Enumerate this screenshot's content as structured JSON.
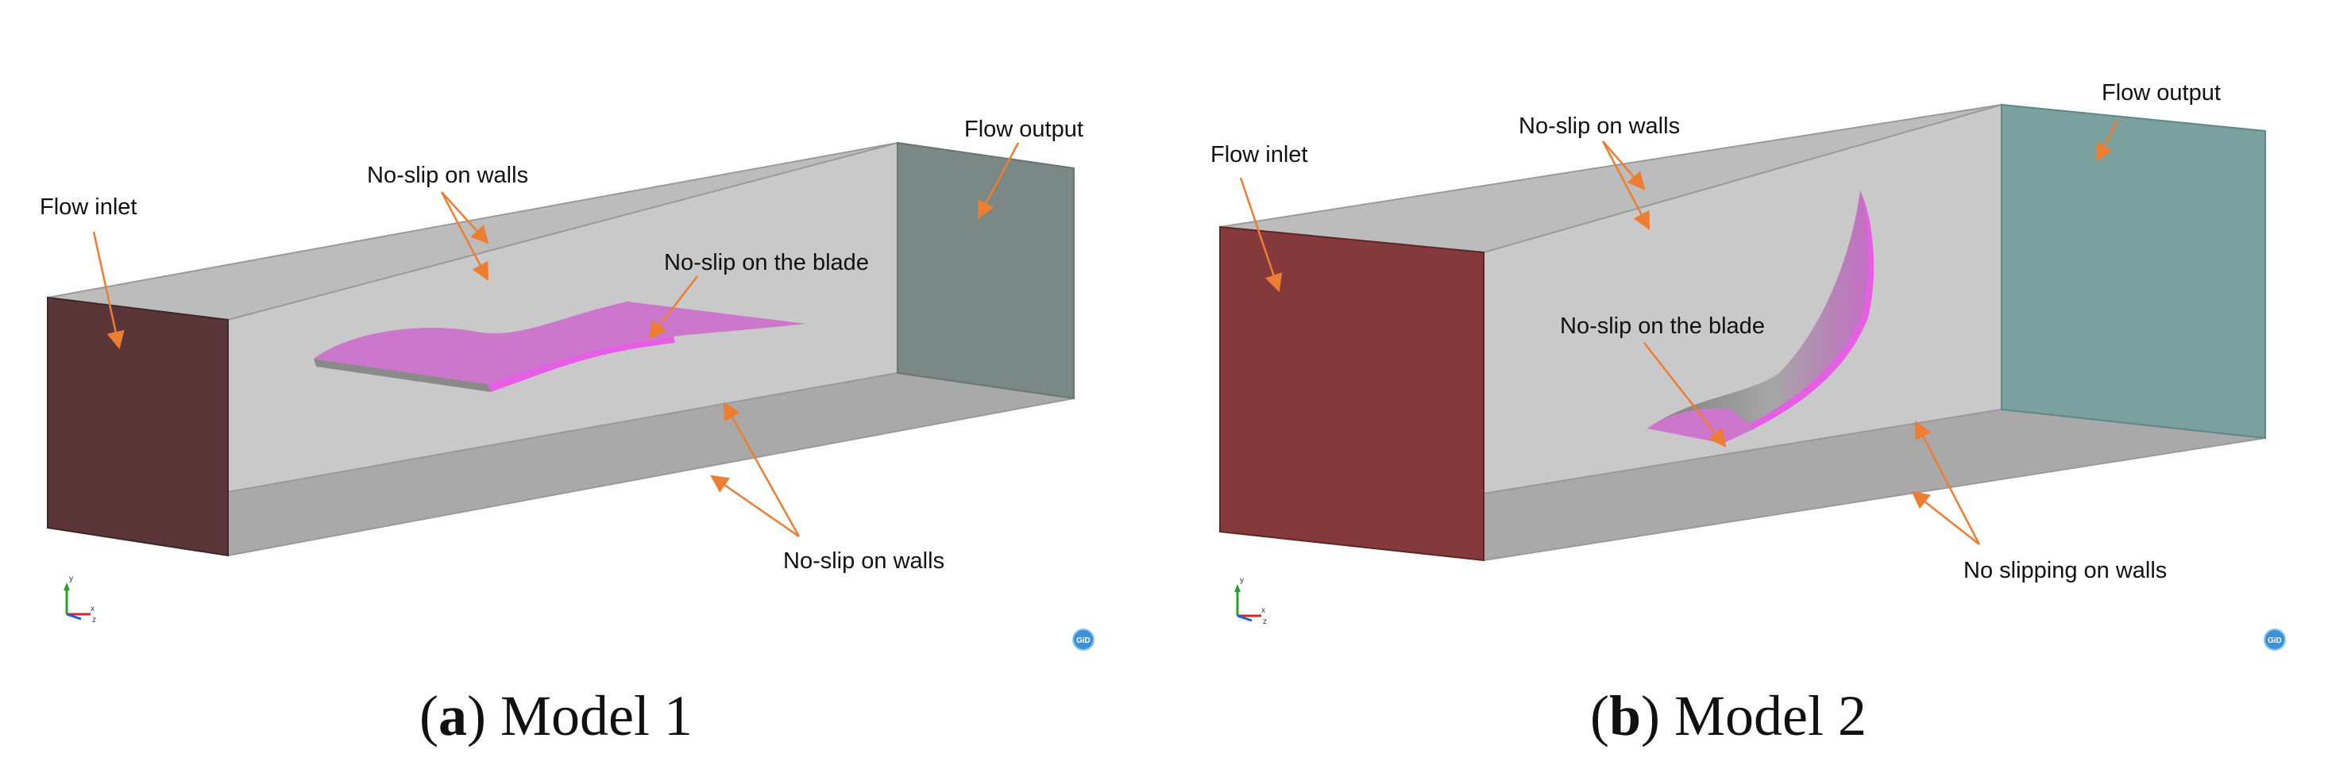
{
  "colors": {
    "wall_top": "#bcbcbc",
    "wall_back": "#c9c9c9",
    "wall_bottom": "#a9a9a9",
    "edge": "#9a9a9a",
    "arrow": "#ed7d31",
    "model1_inlet": "#5a3638",
    "model1_outlet": "#7a8886",
    "model2_inlet": "#843a3b",
    "model2_outlet": "#7aa19e",
    "blade": "#cc77cc",
    "blade_edge": "#e65ee6",
    "blade_shade": "#8a8a8a"
  },
  "panels": [
    {
      "caption_letter": "a",
      "caption_text": "Model 1",
      "labels": {
        "inlet": "Flow inlet",
        "walls_top": "No-slip on walls",
        "blade": "No-slip on the blade",
        "outlet": "Flow output",
        "walls_bottom": "No-slip on walls"
      },
      "logo": "GiD",
      "axes_icon": "xyz-axes-icon"
    },
    {
      "caption_letter": "b",
      "caption_text": "Model 2",
      "labels": {
        "inlet": "Flow inlet",
        "walls_top": "No-slip on walls",
        "blade": "No-slip on the blade",
        "outlet": "Flow output",
        "walls_bottom": "No slipping on walls"
      },
      "logo": "GiD",
      "axes_icon": "xyz-axes-icon"
    }
  ]
}
